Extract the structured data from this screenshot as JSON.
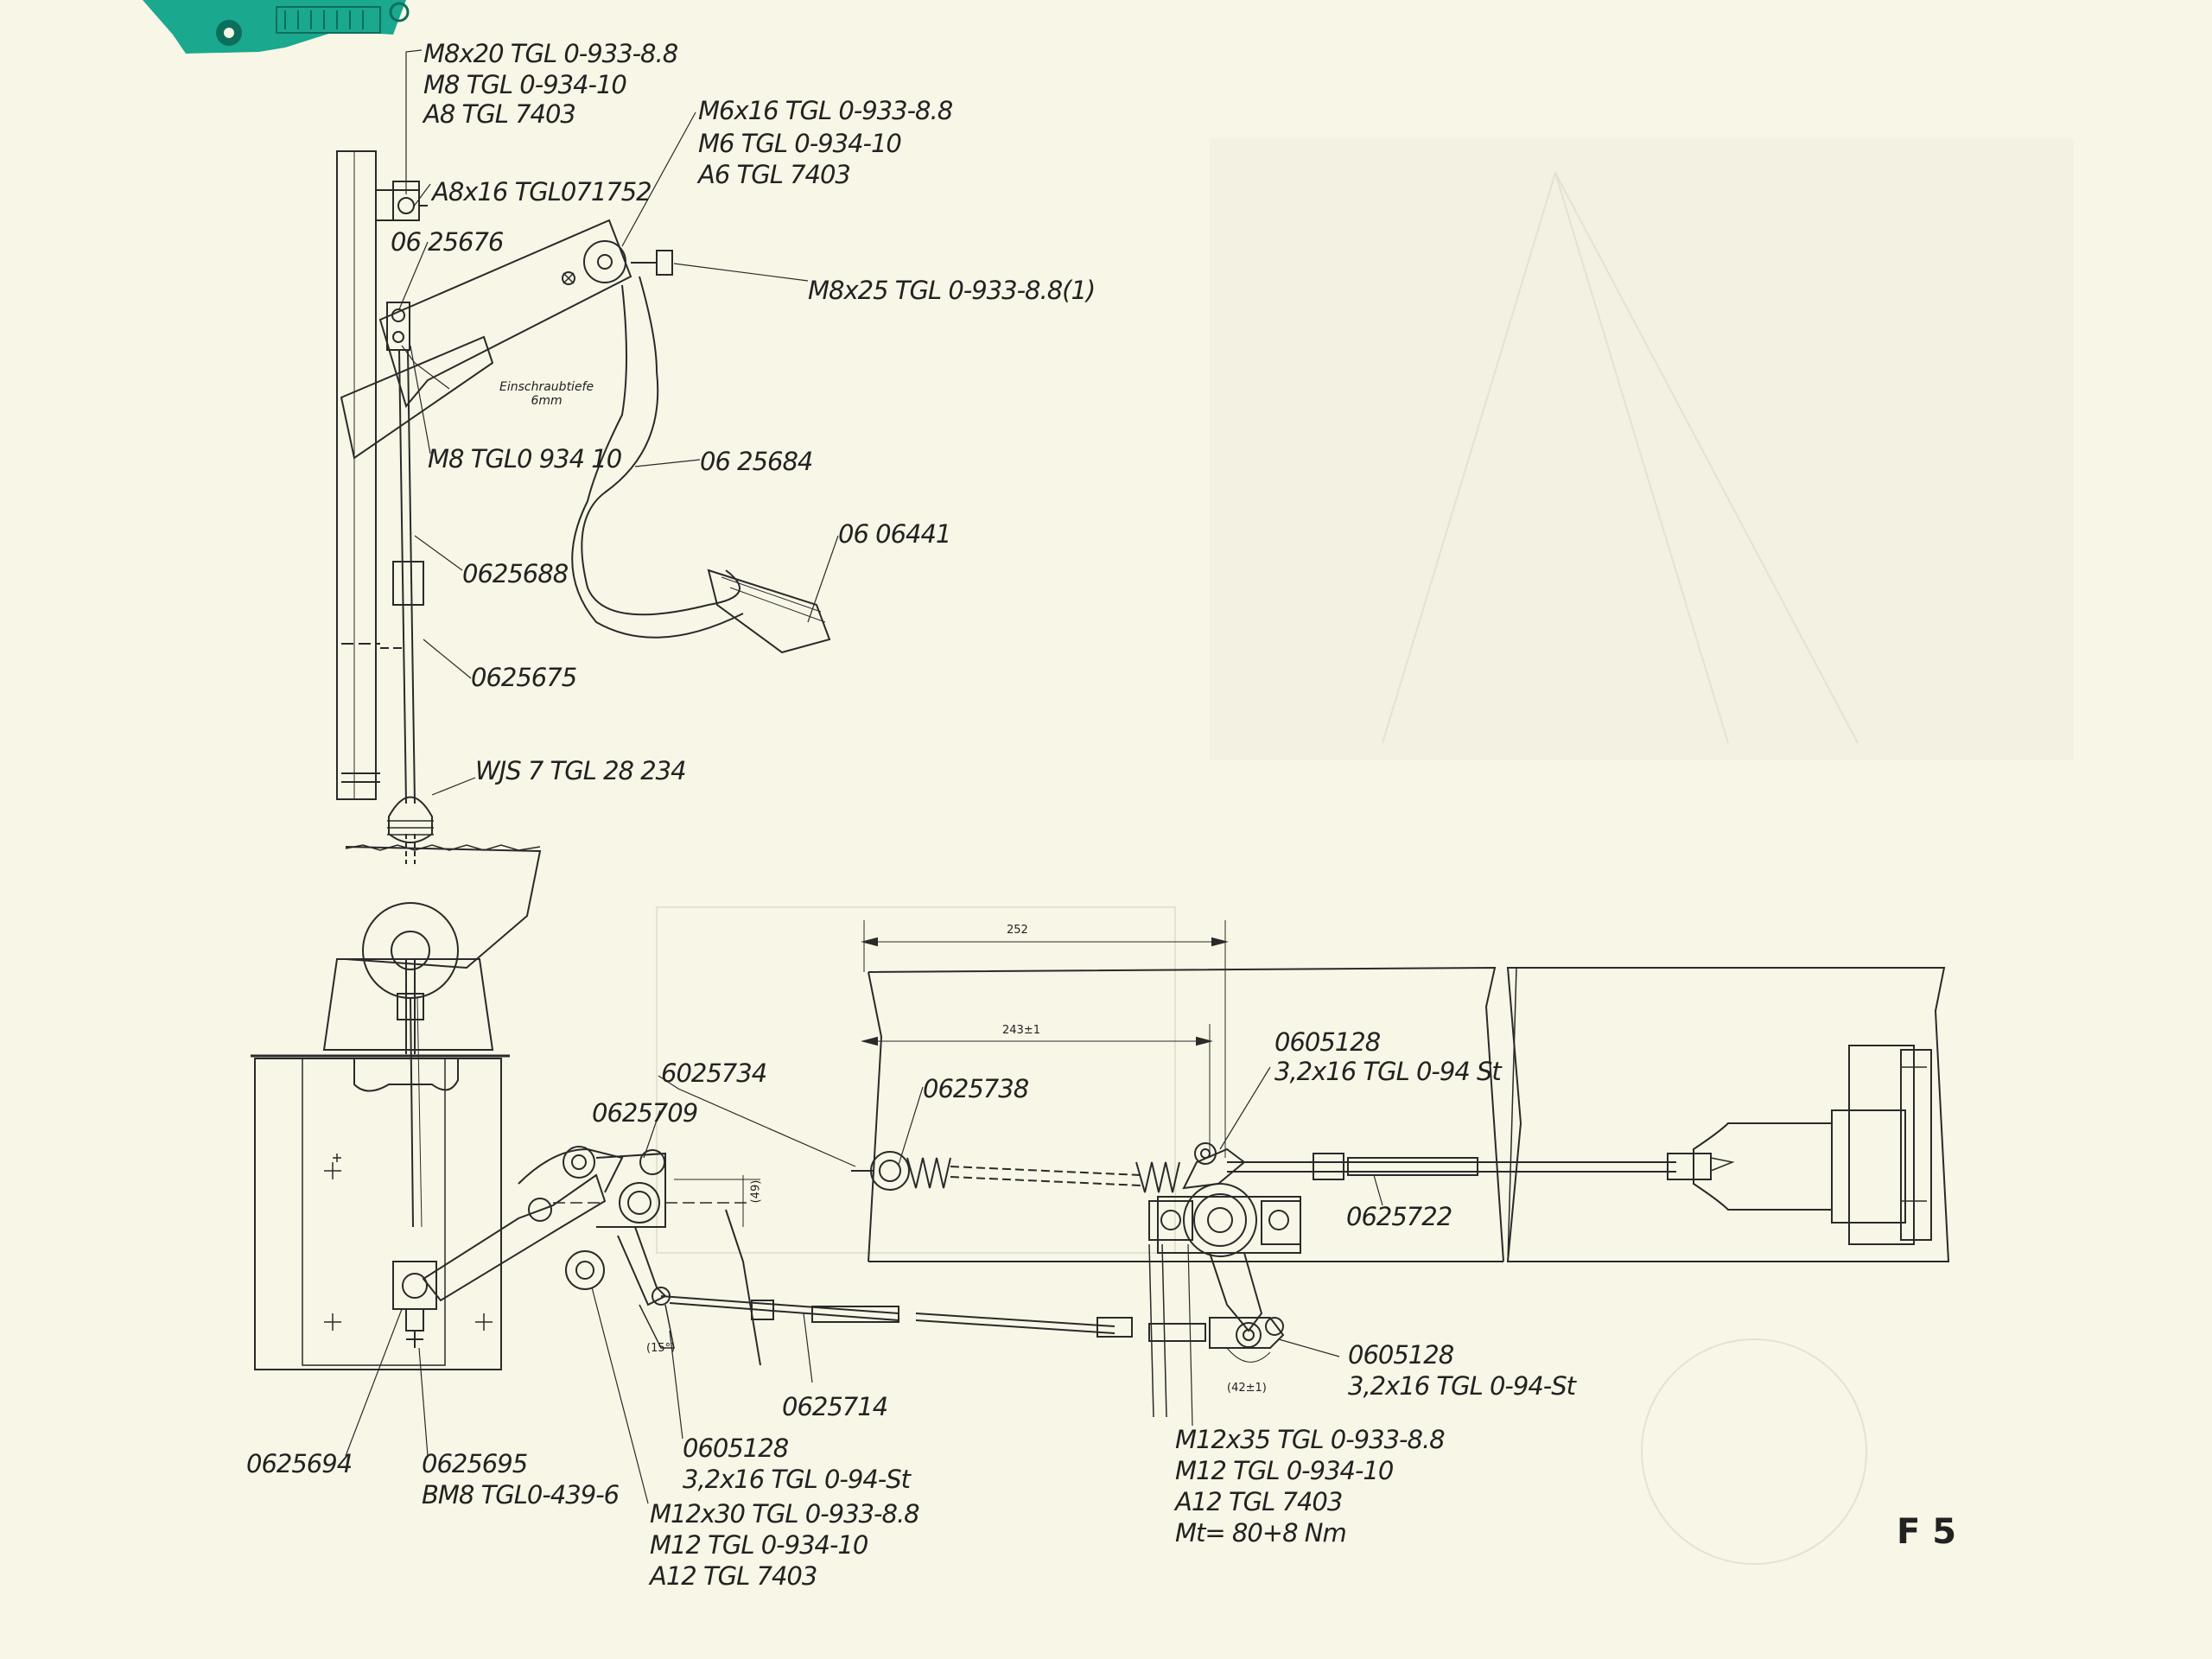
{
  "drawing": {
    "sheet_number": "F 5",
    "logo_colors": {
      "teal": "#1aa88e"
    },
    "labels": {
      "bolt_top": "M8x20 TGL 0-933-8.8",
      "nut_top": "M8 TGL 0-934-10",
      "washer_top": "A8 TGL 7403",
      "bolt_m6": "M6x16 TGL 0-933-8.8",
      "nut_m6": "M6 TGL 0-934-10",
      "washer_m6": "A6 TGL 7403",
      "pin_a8": "A8x16 TGL071752",
      "part_0625676": "06 25676",
      "bolt_m8x25": "M8x25 TGL 0-933-8.8(1)",
      "note_einschraub": "Einschraubtiefe\n6mm",
      "nut_m8_mid": "M8 TGL0 934 10",
      "part_0625684": "06 25684",
      "part_0606441": "06 06441",
      "part_0625688": "0625688",
      "part_0625675": "0625675",
      "part_wjs": "WJS 7 TGL 28 234",
      "part_6025734": "6025734",
      "part_0625709": "0625709",
      "part_0625738": "0625738",
      "part_0605128_a": "0605128",
      "pin_a": "3,2x16 TGL 0-94 St",
      "part_0625722": "0625722",
      "part_0605128_b": "0605128",
      "pin_b": "3,2x16 TGL 0-94-St",
      "part_0625714": "0625714",
      "part_0605128_c": "0605128",
      "pin_c": "3,2x16 TGL 0-94-St",
      "part_0625694": "0625694",
      "part_0625695": "0625695",
      "nut_bm8": "BM8 TGL0-439-6",
      "bolt_m12x30": "M12x30 TGL 0-933-8.8",
      "nut_m12_a": "M12 TGL 0-934-10",
      "washer_a12_a": "A12 TGL 7403",
      "bolt_m12x35": "M12x35 TGL 0-933-8.8",
      "nut_m12_b": "M12 TGL 0-934-10",
      "washer_a12_b": "A12 TGL 7403",
      "torque": "Mt= 80+8 Nm",
      "dim_252": "252",
      "dim_243": "243±1",
      "dim_15": "(15°)",
      "dim_49": "(49)",
      "dim_42": "(42±1)"
    }
  }
}
